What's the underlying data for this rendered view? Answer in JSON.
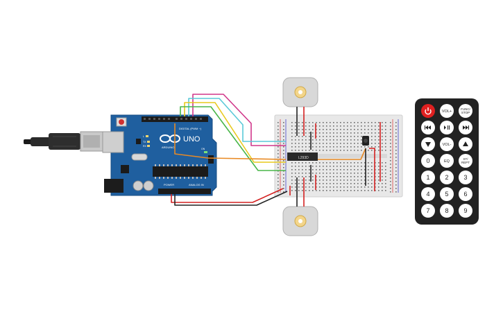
{
  "arduino": {
    "brand": "ARDUINO",
    "model": "UNO",
    "digital_header": "DIGITAL (PWM ~)",
    "power_header": "POWER",
    "analog_header": "ANALOG IN",
    "tx_label": "TX",
    "rx_label": "RX",
    "on_label": "ON",
    "l_label": "L"
  },
  "breadboard": {
    "chip_label": "L293D"
  },
  "remote": {
    "buttons": [
      [
        "power",
        "VOL+",
        "FUNC/\nSTOP"
      ],
      [
        "prev",
        "play",
        "next"
      ],
      [
        "down",
        "VOL-",
        "up"
      ],
      [
        "0",
        "EQ",
        "ST/\nREPT"
      ],
      [
        "1",
        "2",
        "3"
      ],
      [
        "4",
        "5",
        "6"
      ],
      [
        "7",
        "8",
        "9"
      ]
    ]
  },
  "colors": {
    "board": "#1f5f9f",
    "wire_magenta": "#d0368a",
    "wire_cyan": "#5ac9d8",
    "wire_yellow": "#e8c91c",
    "wire_green": "#49b649",
    "wire_orange": "#e98a24",
    "wire_red": "#d42020",
    "wire_black": "#222222",
    "remote_body": "#222222",
    "power_button": "#e02020"
  },
  "icons": [
    "usb-cable",
    "dc-motor",
    "ir-receiver",
    "play-pause-icon",
    "rewind-icon",
    "fast-forward-icon",
    "triangle-up-icon",
    "triangle-down-icon",
    "power-icon"
  ]
}
